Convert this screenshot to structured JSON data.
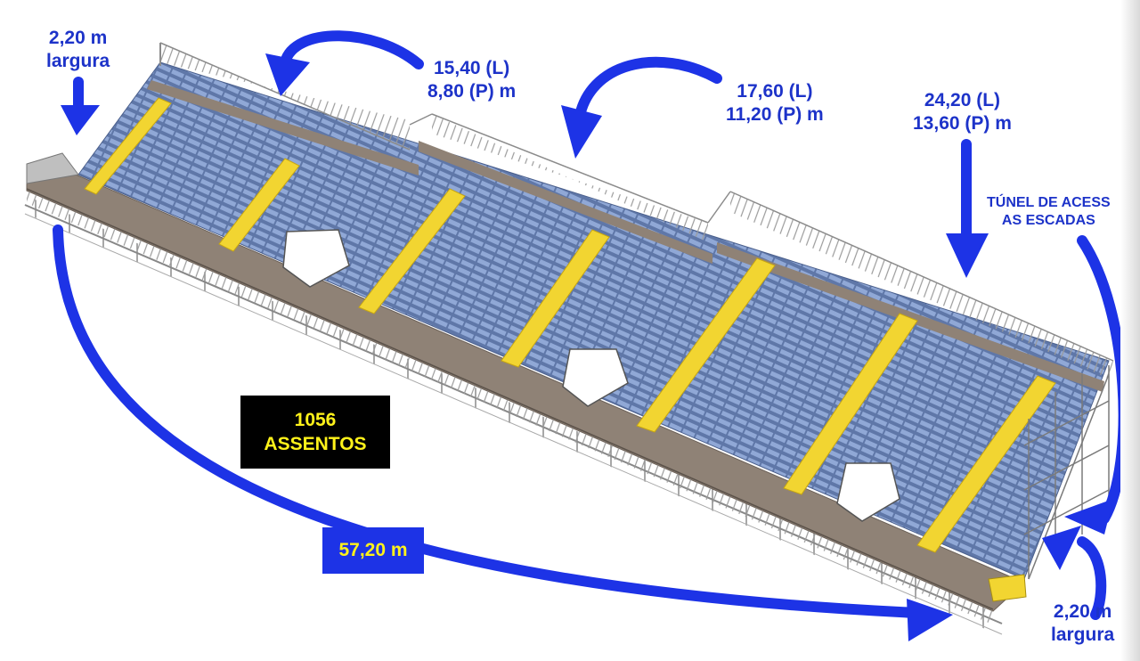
{
  "labels": {
    "left_width": {
      "value": "2,20 m",
      "unit": "largura"
    },
    "module_a": {
      "length": "15,40 (L)",
      "depth": "8,80 (P) m"
    },
    "module_b": {
      "length": "17,60 (L)",
      "depth": "11,20 (P) m"
    },
    "module_c": {
      "length": "24,20 (L)",
      "depth": "13,60 (P) m"
    },
    "tunnel": {
      "line1": "TÚNEL DE ACESS",
      "line2": "AS ESCADAS"
    },
    "right_width": {
      "value": "2,20 m",
      "unit": "largura"
    }
  },
  "seats": {
    "count": "1056",
    "word": "ASSENTOS"
  },
  "total_length": "57,20 m",
  "colors": {
    "arrow": "#1d33e6",
    "label_text": "#1d33c9",
    "seat_blue": "#7f97c7",
    "stair_yellow": "#f2d531",
    "walkway": "#8f8276",
    "rail": "#9a9a9a",
    "box_background": "#000000",
    "box_text": "#fff21a"
  },
  "icons": [
    "arrow-icon"
  ]
}
